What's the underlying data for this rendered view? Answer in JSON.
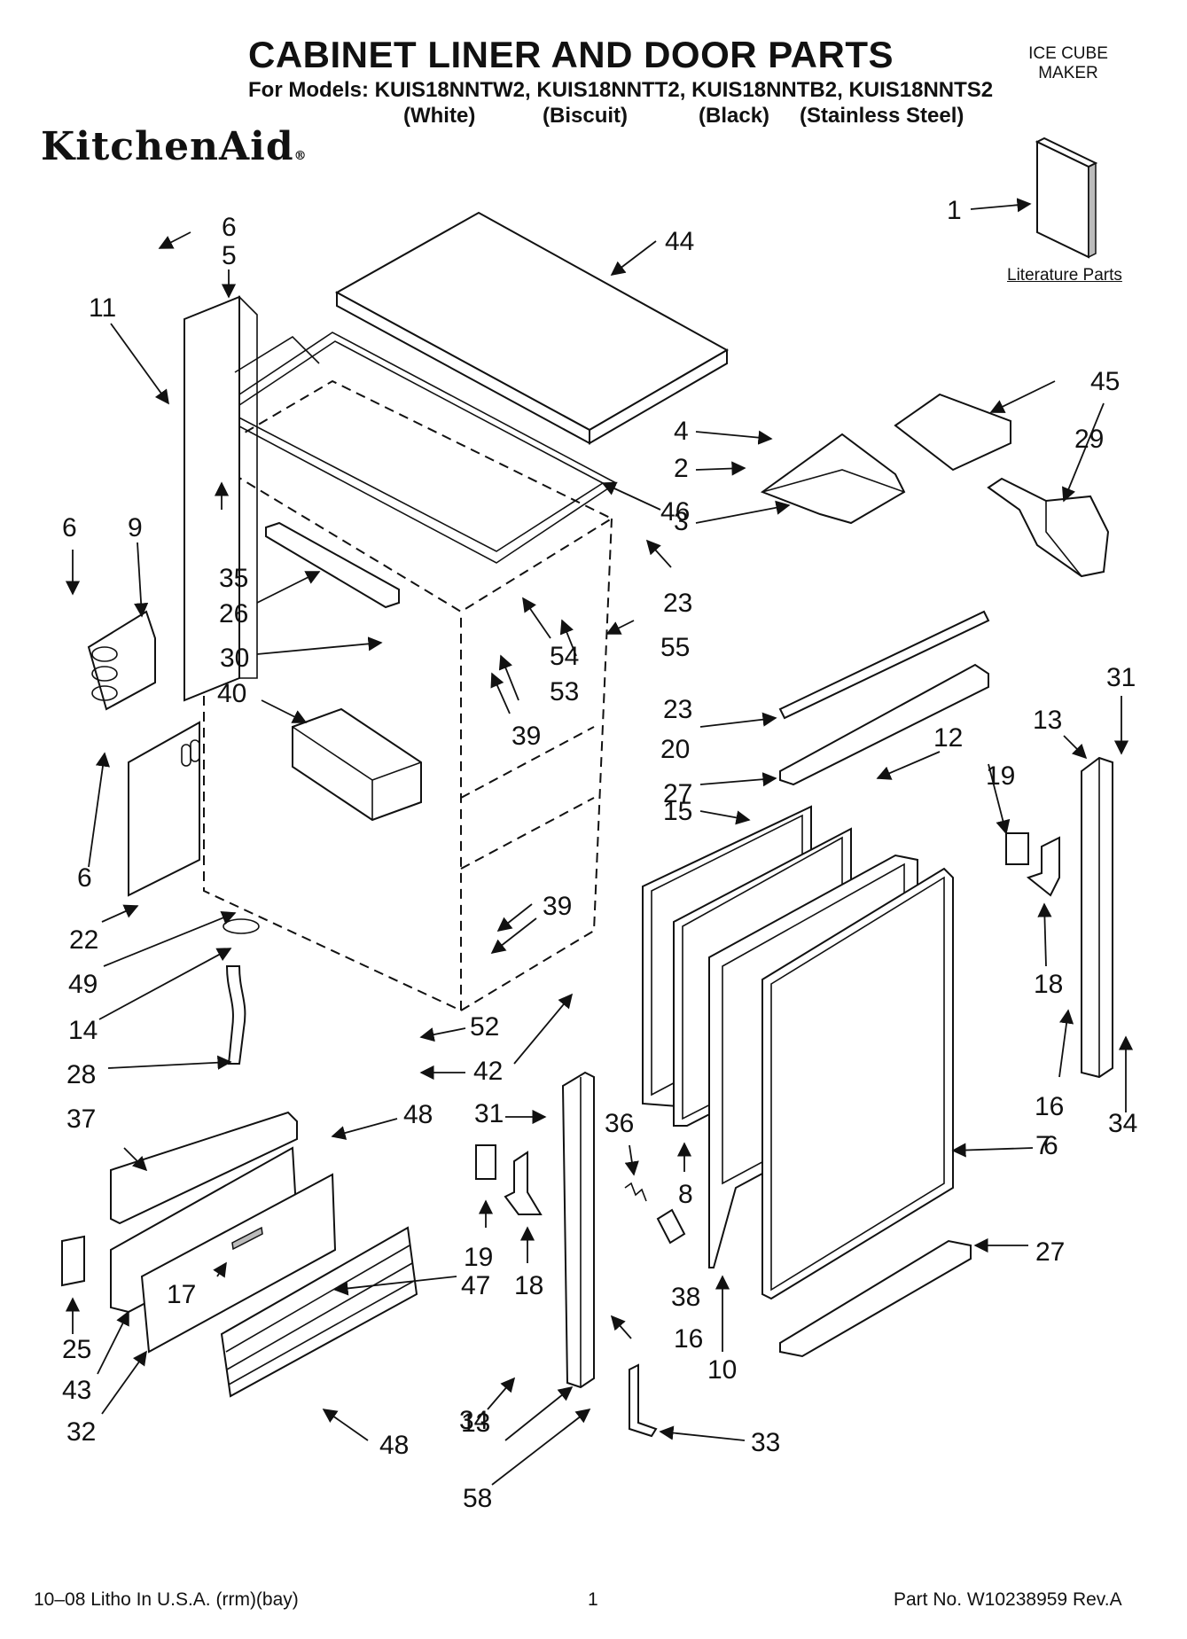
{
  "header": {
    "title": "CABINET LINER AND DOOR PARTS",
    "models": "For Models: KUIS18NNTW2, KUIS18NNTT2, KUIS18NNTB2, KUIS18NNTS2",
    "variants": [
      "(White)",
      "(Biscuit)",
      "(Black)",
      "(Stainless Steel)"
    ],
    "category_line1": "ICE CUBE",
    "category_line2": "MAKER",
    "brand": "KitchenAid",
    "brand_mark": "®"
  },
  "literature_label": "Literature Parts",
  "callouts": [
    "1",
    "2",
    "3",
    "4",
    "5",
    "6",
    "6",
    "6",
    "6",
    "7",
    "8",
    "9",
    "10",
    "11",
    "12",
    "13",
    "13",
    "14",
    "15",
    "16",
    "16",
    "17",
    "18",
    "18",
    "19",
    "19",
    "20",
    "22",
    "23",
    "23",
    "25",
    "26",
    "27",
    "27",
    "28",
    "29",
    "30",
    "31",
    "31",
    "32",
    "33",
    "34",
    "34",
    "35",
    "36",
    "37",
    "38",
    "39",
    "39",
    "40",
    "42",
    "43",
    "44",
    "45",
    "46",
    "47",
    "48",
    "48",
    "49",
    "52",
    "53",
    "54",
    "55",
    "58"
  ],
  "footer": {
    "left": "10–08 Litho In U.S.A. (rrm)(bay)",
    "page": "1",
    "part_no": "Part No. W10238959 Rev.A"
  }
}
